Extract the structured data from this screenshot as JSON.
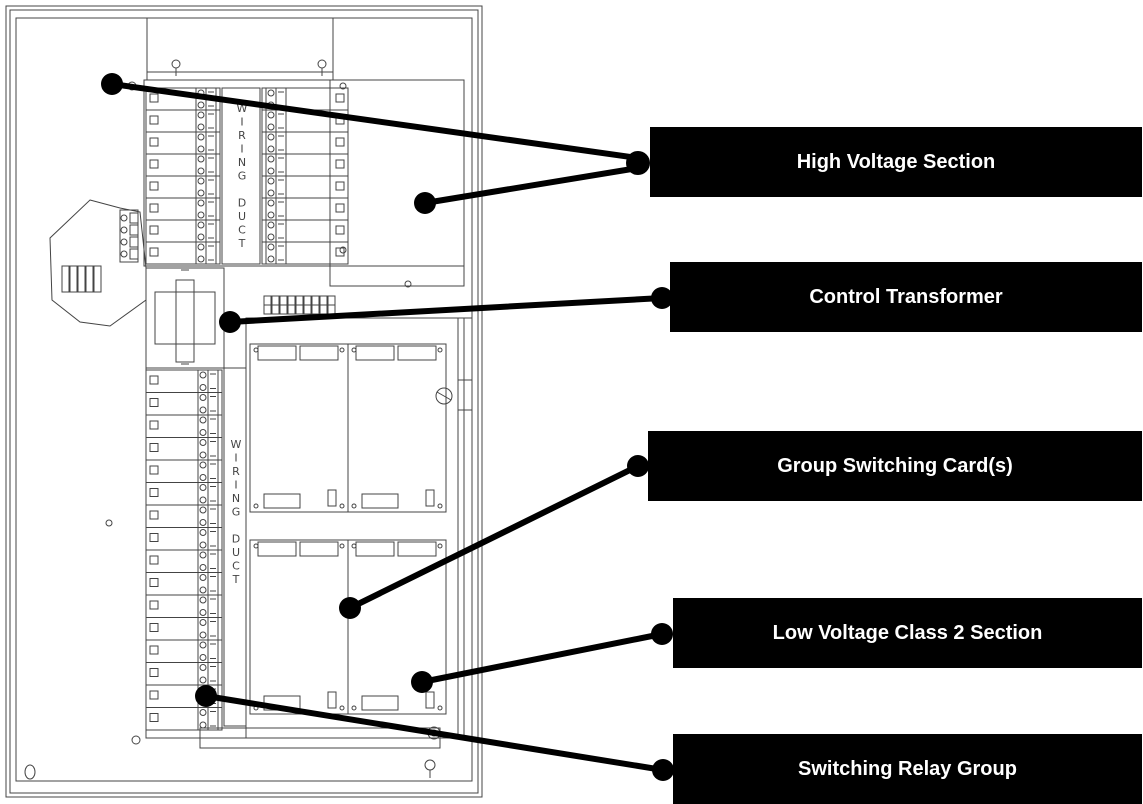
{
  "callouts": [
    {
      "id": "high-voltage",
      "label": "High Voltage Section"
    },
    {
      "id": "control-transformer",
      "label": "Control Transformer"
    },
    {
      "id": "group-switching",
      "label": "Group Switching Card(s)"
    },
    {
      "id": "low-voltage",
      "label": "Low Voltage Class 2 Section"
    },
    {
      "id": "relay-group",
      "label": "Switching Relay Group"
    }
  ],
  "duct_upper": {
    "letters": [
      "W",
      "I",
      "R",
      "I",
      "N",
      "G",
      "",
      "D",
      "U",
      "C",
      "T"
    ]
  },
  "duct_lower": {
    "letters": [
      "W",
      "I",
      "R",
      "I",
      "N",
      "G",
      "",
      "D",
      "U",
      "C",
      "T"
    ]
  },
  "colors": {
    "line": "#000000",
    "drawing": "#444444",
    "callout_bg": "#000000",
    "callout_text": "#ffffff"
  }
}
